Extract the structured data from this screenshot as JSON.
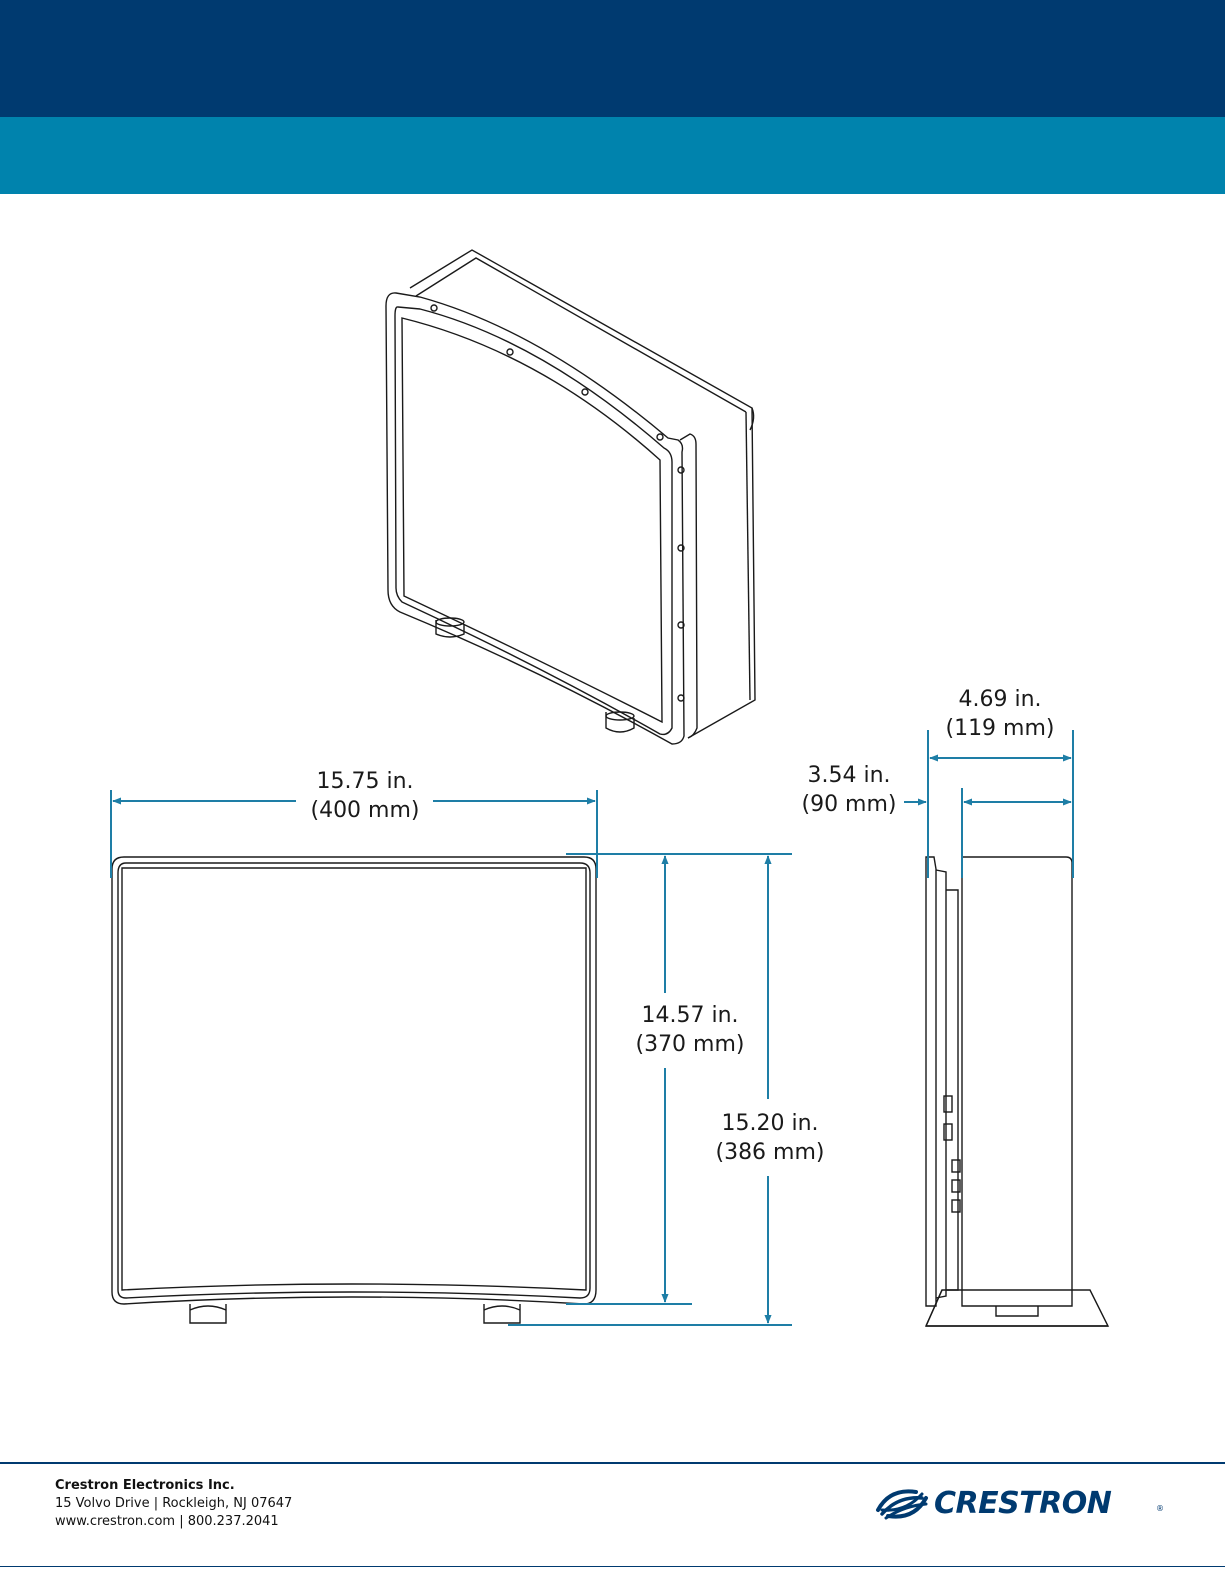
{
  "colors": {
    "header_dark": "#003a70",
    "header_band": "#0083ad",
    "dimension_line": "#1e7ea6",
    "outline": "#1a1a1a"
  },
  "dimensions": {
    "width": {
      "in": "15.75 in.",
      "mm": "(400 mm)"
    },
    "height_bezel": {
      "in": "14.57 in.",
      "mm": "(370 mm)"
    },
    "height_total": {
      "in": "15.20 in.",
      "mm": "(386 mm)"
    },
    "depth_total": {
      "in": "4.69 in.",
      "mm": "(119 mm)"
    },
    "depth_body": {
      "in": "3.54 in.",
      "mm": "(90 mm)"
    }
  },
  "footer": {
    "company_name": "Crestron Electronics Inc.",
    "address": "15 Volvo Drive  |  Rockleigh, NJ 07647",
    "contact": "www.crestron.com  |  800.237.2041",
    "logo_text": "CRESTRON",
    "logo_mark": "®",
    "logo_icon": "crestron-swirl-icon"
  }
}
